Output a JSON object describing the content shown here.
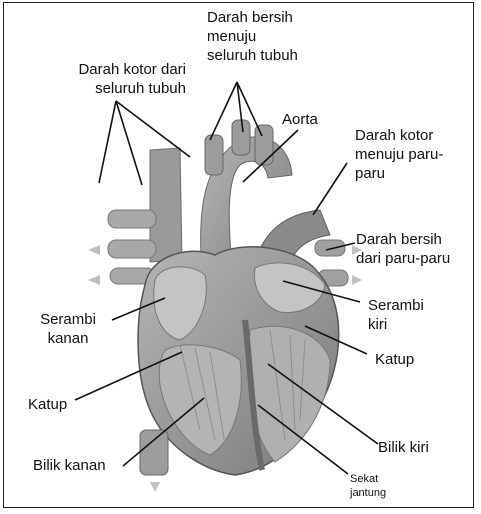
{
  "labels": {
    "clean_blood_body": [
      "Darah bersih",
      "menuju",
      "seluruh tubuh"
    ],
    "dirty_blood_body": [
      "Darah kotor dari",
      "seluruh tubuh"
    ],
    "aorta": [
      "Aorta"
    ],
    "dirty_blood_lungs": [
      "Darah kotor",
      "menuju paru-",
      "paru"
    ],
    "clean_blood_lungs": [
      "Darah bersih",
      "dari paru-paru"
    ],
    "right_atrium": [
      "Serambi",
      "kanan"
    ],
    "left_atrium": [
      "Serambi",
      "kiri"
    ],
    "valve_left": [
      "Katup"
    ],
    "valve_right": [
      "Katup"
    ],
    "left_ventricle": [
      "Bilik kiri"
    ],
    "right_ventricle": [
      "Bilik kanan"
    ],
    "septum": [
      "Sekat",
      "jantung"
    ]
  },
  "colors": {
    "heart_fill": "#8f8f8f",
    "heart_light": "#c8c8c8",
    "heart_dark": "#5e5e5e",
    "line": "#111111"
  }
}
